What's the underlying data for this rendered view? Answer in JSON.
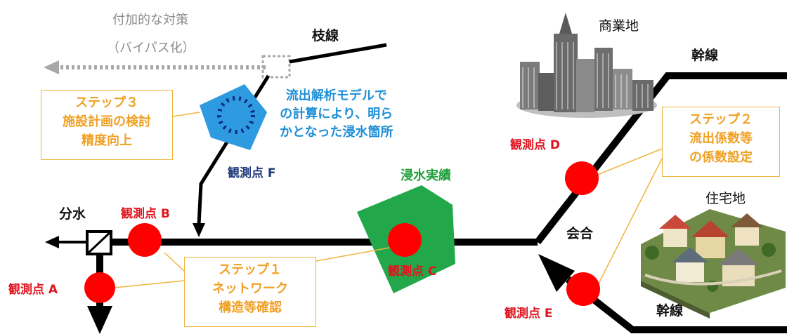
{
  "labels": {
    "bypass_line1": "付加的な対策",
    "bypass_line2": "（バイパス化）",
    "branch_line": "枝線",
    "commercial": "商業地",
    "trunk_top": "幹線",
    "trunk_bottom": "幹線",
    "residential": "住宅地",
    "confluence": "会合",
    "diversion": "分水",
    "inundation_record": "浸水実績",
    "model_text": [
      "流出解析モデルで",
      "の計算により、明ら",
      "かとなった浸水箇所"
    ]
  },
  "observation_points": {
    "A": "観測点 A",
    "B": "観測点 B",
    "C": "観測点 C",
    "D": "観測点 D",
    "E": "観測点 E",
    "F": "観測点 F"
  },
  "steps": {
    "step1": [
      "ステップ１",
      "ネットワーク",
      "構造等確認"
    ],
    "step2": [
      "ステップ２",
      "流出係数等",
      "の係数設定"
    ],
    "step3": [
      "ステップ３",
      "施設計画の検討",
      "精度向上"
    ]
  },
  "colors": {
    "pipe": "#000000",
    "observation": "#ff0000",
    "observation_label": "#e0141e",
    "step_border": "#f0b43c",
    "step_text": "#f0a024",
    "model_area": "#2e9be0",
    "model_text": "#1d8fd6",
    "inundation_area": "#22a84a",
    "inundation_text": "#1fa03a",
    "bypass": "#a8a8a8"
  },
  "icons": {
    "commercial": "city-buildings-icon",
    "residential": "houses-icon"
  }
}
